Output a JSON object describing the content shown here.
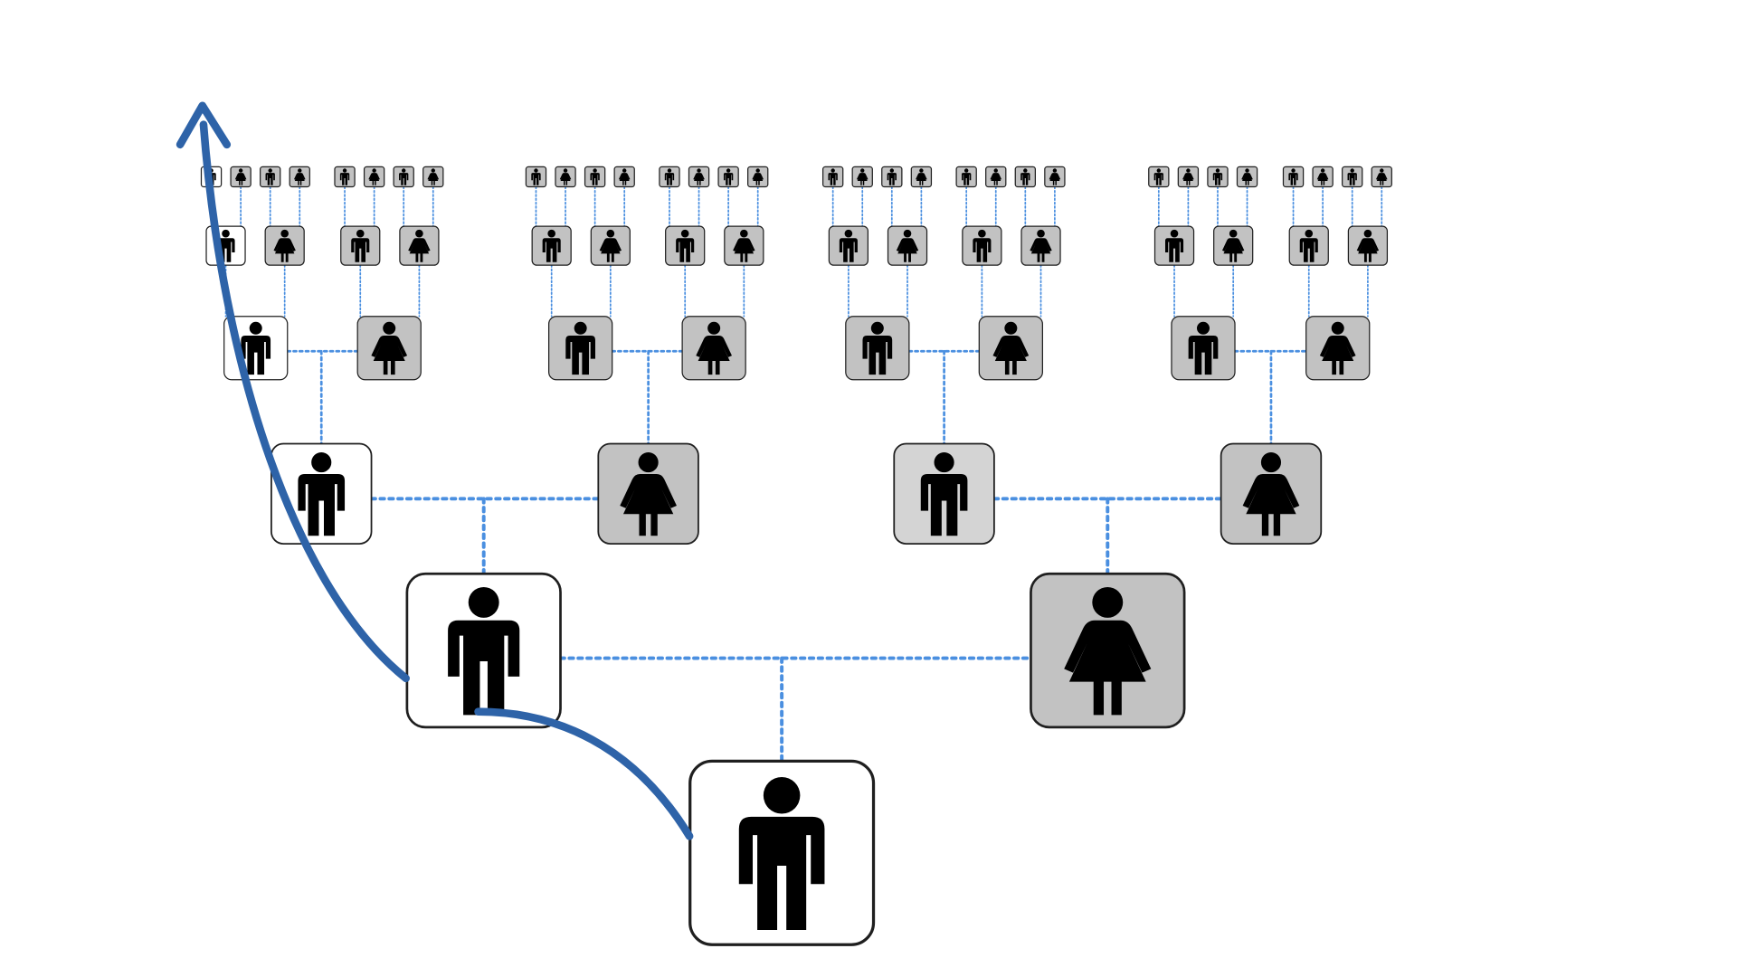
{
  "diagram": {
    "type": "pedigree",
    "generations": 6,
    "root": "male",
    "paternal_line_arrow": true,
    "colors": {
      "paternal_line_box": "#ffffff",
      "other_box": "#c2c2c2",
      "paternal_grandmother_line_box": "#d4d4d4",
      "box_border": "#1f1f1f",
      "connector": "#4a8fe0",
      "arrow": "#2e63a8",
      "figure": "#000000"
    },
    "icons": {
      "male": "male-figure-icon",
      "female": "female-figure-icon"
    }
  }
}
